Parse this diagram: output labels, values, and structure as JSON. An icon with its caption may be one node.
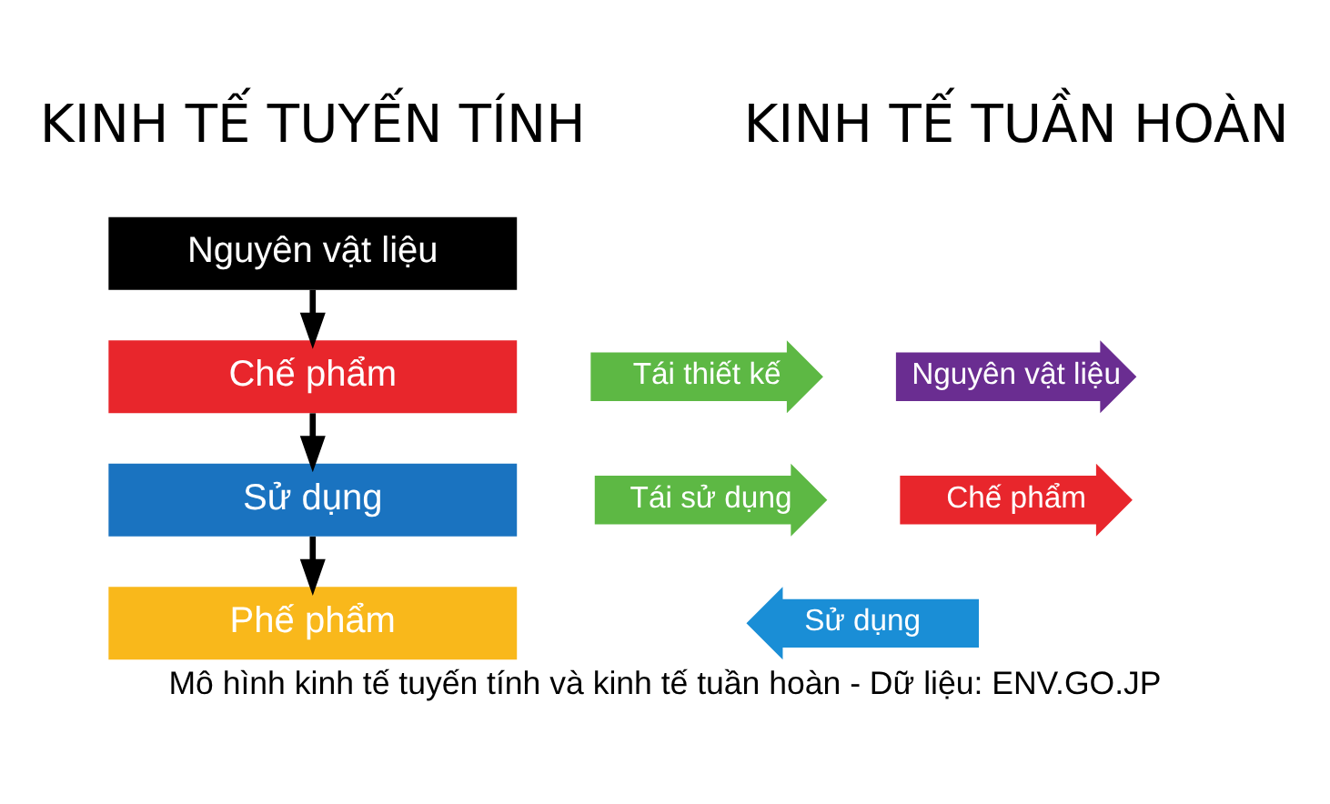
{
  "diagram": {
    "caption": "Mô hình kinh tế tuyến tính và kinh tế tuần hoàn - Dữ liệu: ENV.GO.JP",
    "nodes": [
      {
        "text": [
          "Nguyên vật liệu"
        ]
      },
      {
        "text": [
          "Chế phẩm"
        ]
      },
      {
        "text": [
          "Sử dụng"
        ]
      },
      {
        "text": [
          "Phế phẩm"
        ]
      },
      {
        "text": [
          "Tái thiết kế"
        ]
      },
      {
        "text": [
          "Nguyên vật liệu"
        ]
      },
      {
        "text": [
          "Chế phẩm"
        ]
      },
      {
        "text": [
          "Sử dụng"
        ]
      },
      {
        "text": [
          "Tái sử dụng"
        ]
      }
    ],
    "edges": [
      {
        "from": 0,
        "to": 1,
        "arrow": "to"
      },
      {
        "from": 1,
        "to": 2,
        "arrow": "to"
      },
      {
        "from": 2,
        "to": 3,
        "arrow": "to"
      }
    ],
    "labels": [
      "KINH TẾ TUYẾN TÍNH",
      "KINH TẾ TUẦN HOÀN"
    ]
  }
}
